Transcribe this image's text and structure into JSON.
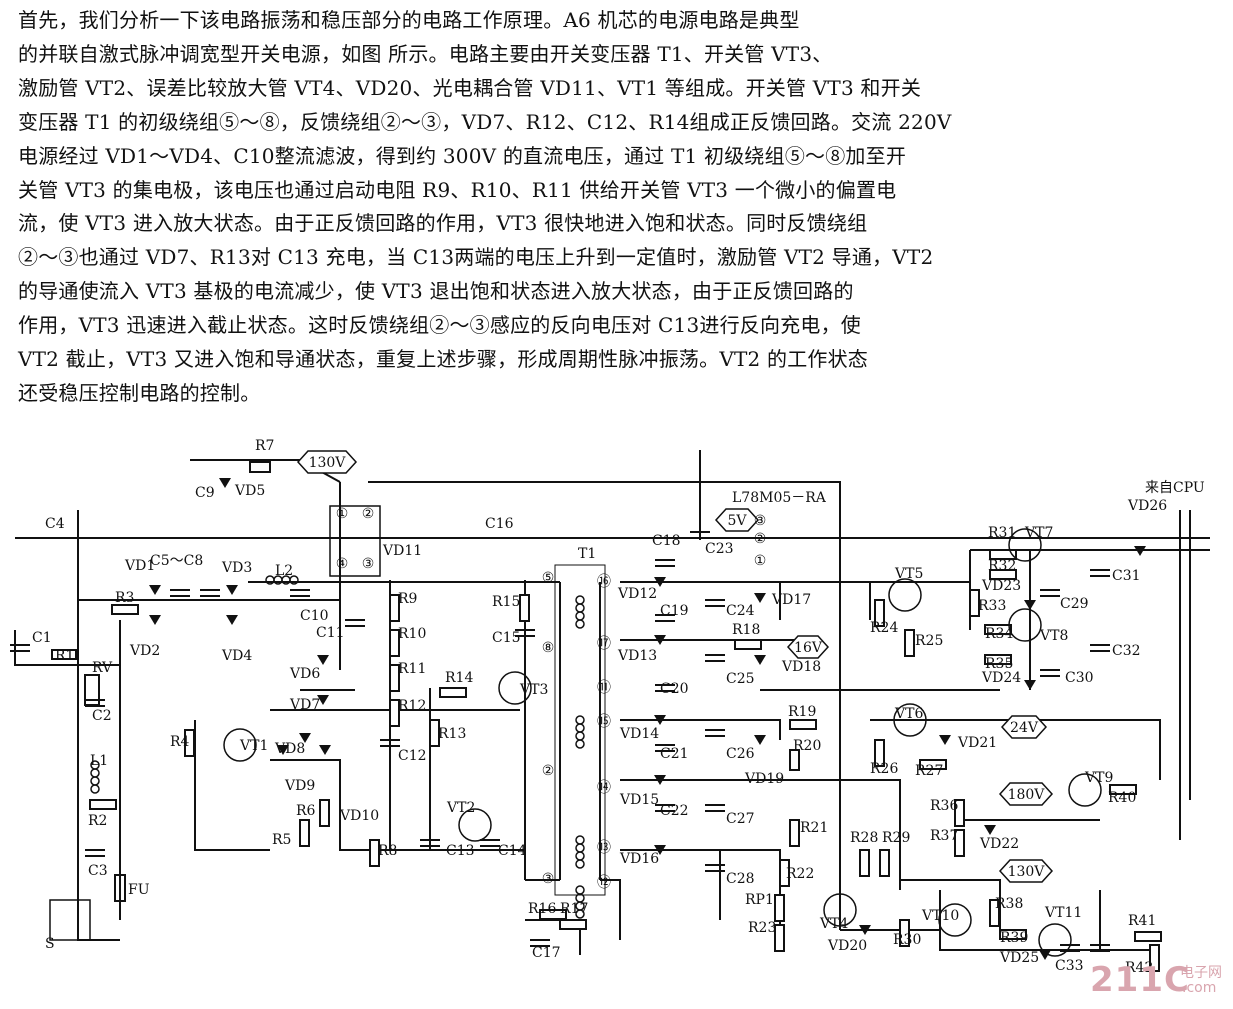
{
  "paragraph": [
    "首先，我们分析一下该电路振荡和稳压部分的电路工作原理。A6 机芯的电源电路是典型",
    "的并联自激式脉冲调宽型开关电源，如图 所示。电路主要由开关变压器 T1、开关管 VT3、",
    "激励管 VT2、误差比较放大管 VT4、VD20、光电耦合管 VD11、VT1 等组成。开关管 VT3 和开关",
    "变压器 T1 的初级绕组⑤～⑧，反馈绕组②～③，VD7、R12、C12、R14组成正反馈回路。交流 220V",
    "电源经过 VD1～VD4、C10整流滤波，得到约 300V 的直流电压，通过 T1 初级绕组⑤～⑧加至开",
    "关管 VT3 的集电极，该电压也通过启动电阻 R9、R10、R11 供给开关管 VT3 一个微小的偏置电",
    "流，使 VT3 进入放大状态。由于正反馈回路的作用，VT3 很快地进入饱和状态。同时反馈绕组",
    "②～③也通过 VD7、R13对 C13 充电，当 C13两端的电压上升到一定值时，激励管 VT2 导通，VT2",
    "的导通使流入 VT3 基极的电流减少，使 VT3 退出饱和状态进入放大状态，由于正反馈回路的",
    "作用，VT3 迅速进入截止状态。这时反馈绕组②～③感应的反向电压对 C13进行反向充电，使",
    "VT2 截止，VT3 又进入饱和导通状态，重复上述步骤，形成周期性脉冲振荡。VT2 的工作状态",
    "还受稳压控制电路的控制。"
  ],
  "labels": {
    "v130_top": "130V",
    "r7": "R7",
    "c9": "C9",
    "vd5": "VD5",
    "c4": "C4",
    "vd11": "VD11",
    "l78": "L78M05－RA",
    "v5": "5V",
    "c23": "C23",
    "c16": "C16",
    "t1": "T1",
    "cpu": "来自CPU",
    "vd26": "VD26",
    "c1": "C1",
    "r1": "R1",
    "rv": "RV",
    "c2": "C2",
    "l1": "L1",
    "r2": "R2",
    "c3": "C3",
    "fu": "FU",
    "s": "S",
    "r3": "R3",
    "vd1": "VD1",
    "c5c8": "C5～C8",
    "vd3": "VD3",
    "vd2": "VD2",
    "vd4": "VD4",
    "l2": "L2",
    "c10": "C10",
    "c11": "C11",
    "vd6": "VD6",
    "vd7": "VD7",
    "vd8": "VD8",
    "vd9": "VD9",
    "vd10": "VD10",
    "r4": "R4",
    "vt1": "VT1",
    "r5": "R5",
    "r6": "R6",
    "r9": "R9",
    "r10": "R10",
    "r11": "R11",
    "r12": "R12",
    "c12": "C12",
    "r13": "R13",
    "r14": "R14",
    "r8": "R8",
    "c13": "C13",
    "vt2": "VT2",
    "c14": "C14",
    "r15": "R15",
    "c15": "C15",
    "vt3": "VT3",
    "r16": "R16",
    "r17": "R17",
    "c17": "C17",
    "c18": "C18",
    "vd12": "VD12",
    "c19": "C19",
    "vd13": "VD13",
    "c20": "C20",
    "vd14": "VD14",
    "c21": "C21",
    "vd15": "VD15",
    "c22": "C22",
    "vd16": "VD16",
    "c24": "C24",
    "vd17": "VD17",
    "r18": "R18",
    "v16": "16V",
    "c25": "C25",
    "vd18": "VD18",
    "r19": "R19",
    "r20": "R20",
    "c26": "C26",
    "vd19": "VD19",
    "c27": "C27",
    "r21": "R21",
    "c28": "C28",
    "r22": "R22",
    "rp1": "RP1",
    "r23": "R23",
    "vt4": "VT4",
    "vd20": "VD20",
    "r28": "R28",
    "r29": "R29",
    "r30": "R30",
    "r31": "R31",
    "vt7": "VT7",
    "r32": "R32",
    "vd23": "VD23",
    "r33": "R33",
    "c29": "C29",
    "c31": "C31",
    "vt5": "VT5",
    "r24": "R24",
    "r25": "R25",
    "r34": "R34",
    "vt8": "VT8",
    "r35": "R35",
    "vd24": "VD24",
    "c30": "C30",
    "c32": "C32",
    "vt6": "VT6",
    "v24": "24V",
    "vd21": "VD21",
    "r26": "R26",
    "r27": "R27",
    "vt9": "VT9",
    "r40": "R40",
    "v180": "180V",
    "r36": "R36",
    "r37": "R37",
    "vd22": "VD22",
    "v130": "130V",
    "vt10": "VT10",
    "r38": "R38",
    "r39": "R39",
    "vt11": "VT11",
    "vd25": "VD25",
    "c33": "C33",
    "r41": "R41",
    "r42": "R42"
  },
  "pins": [
    "①",
    "②",
    "④",
    "③",
    "⑤",
    "⑧",
    "②",
    "③",
    "⑯",
    "⑰",
    "⑪",
    "⑮",
    "⑭",
    "⑬",
    "⑫",
    "③",
    "②",
    "①"
  ],
  "logo": {
    "brand": "211C",
    "cn": "电子网",
    "com": ".com"
  }
}
